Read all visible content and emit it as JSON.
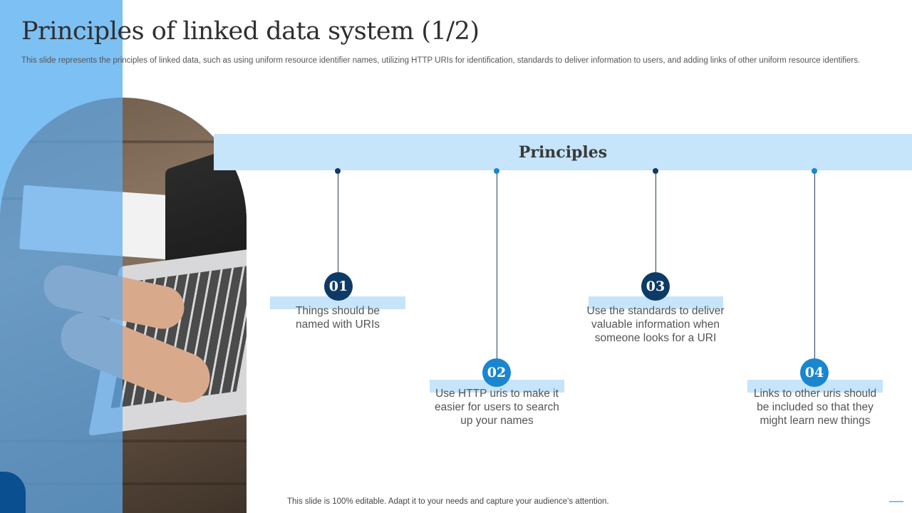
{
  "title": "Principles of linked data system (1/2)",
  "subtitle": "This slide represents the principles of linked data, such as using uniform resource identifier names, utilizing HTTP URIs for identification, standards to deliver information to users, and adding links of other uniform resource identifiers.",
  "band_title": "Principles",
  "principles": [
    {
      "number": "01",
      "text": "Things should be named with URIs"
    },
    {
      "number": "02",
      "text": "Use HTTP uris to make it easier for users to search up your names"
    },
    {
      "number": "03",
      "text": "Use the standards to deliver valuable information when someone looks for a URI"
    },
    {
      "number": "04",
      "text": "Links to other uris should be included so that they might learn new things"
    }
  ],
  "footer": "This slide is 100% editable. Adapt it to your needs and capture your audience's attention.",
  "colors": {
    "dark_navy": "#0d3b66",
    "bright_blue": "#1a86d0",
    "light_band": "#c6e4fa",
    "left_panel": "#7cc0f4"
  }
}
